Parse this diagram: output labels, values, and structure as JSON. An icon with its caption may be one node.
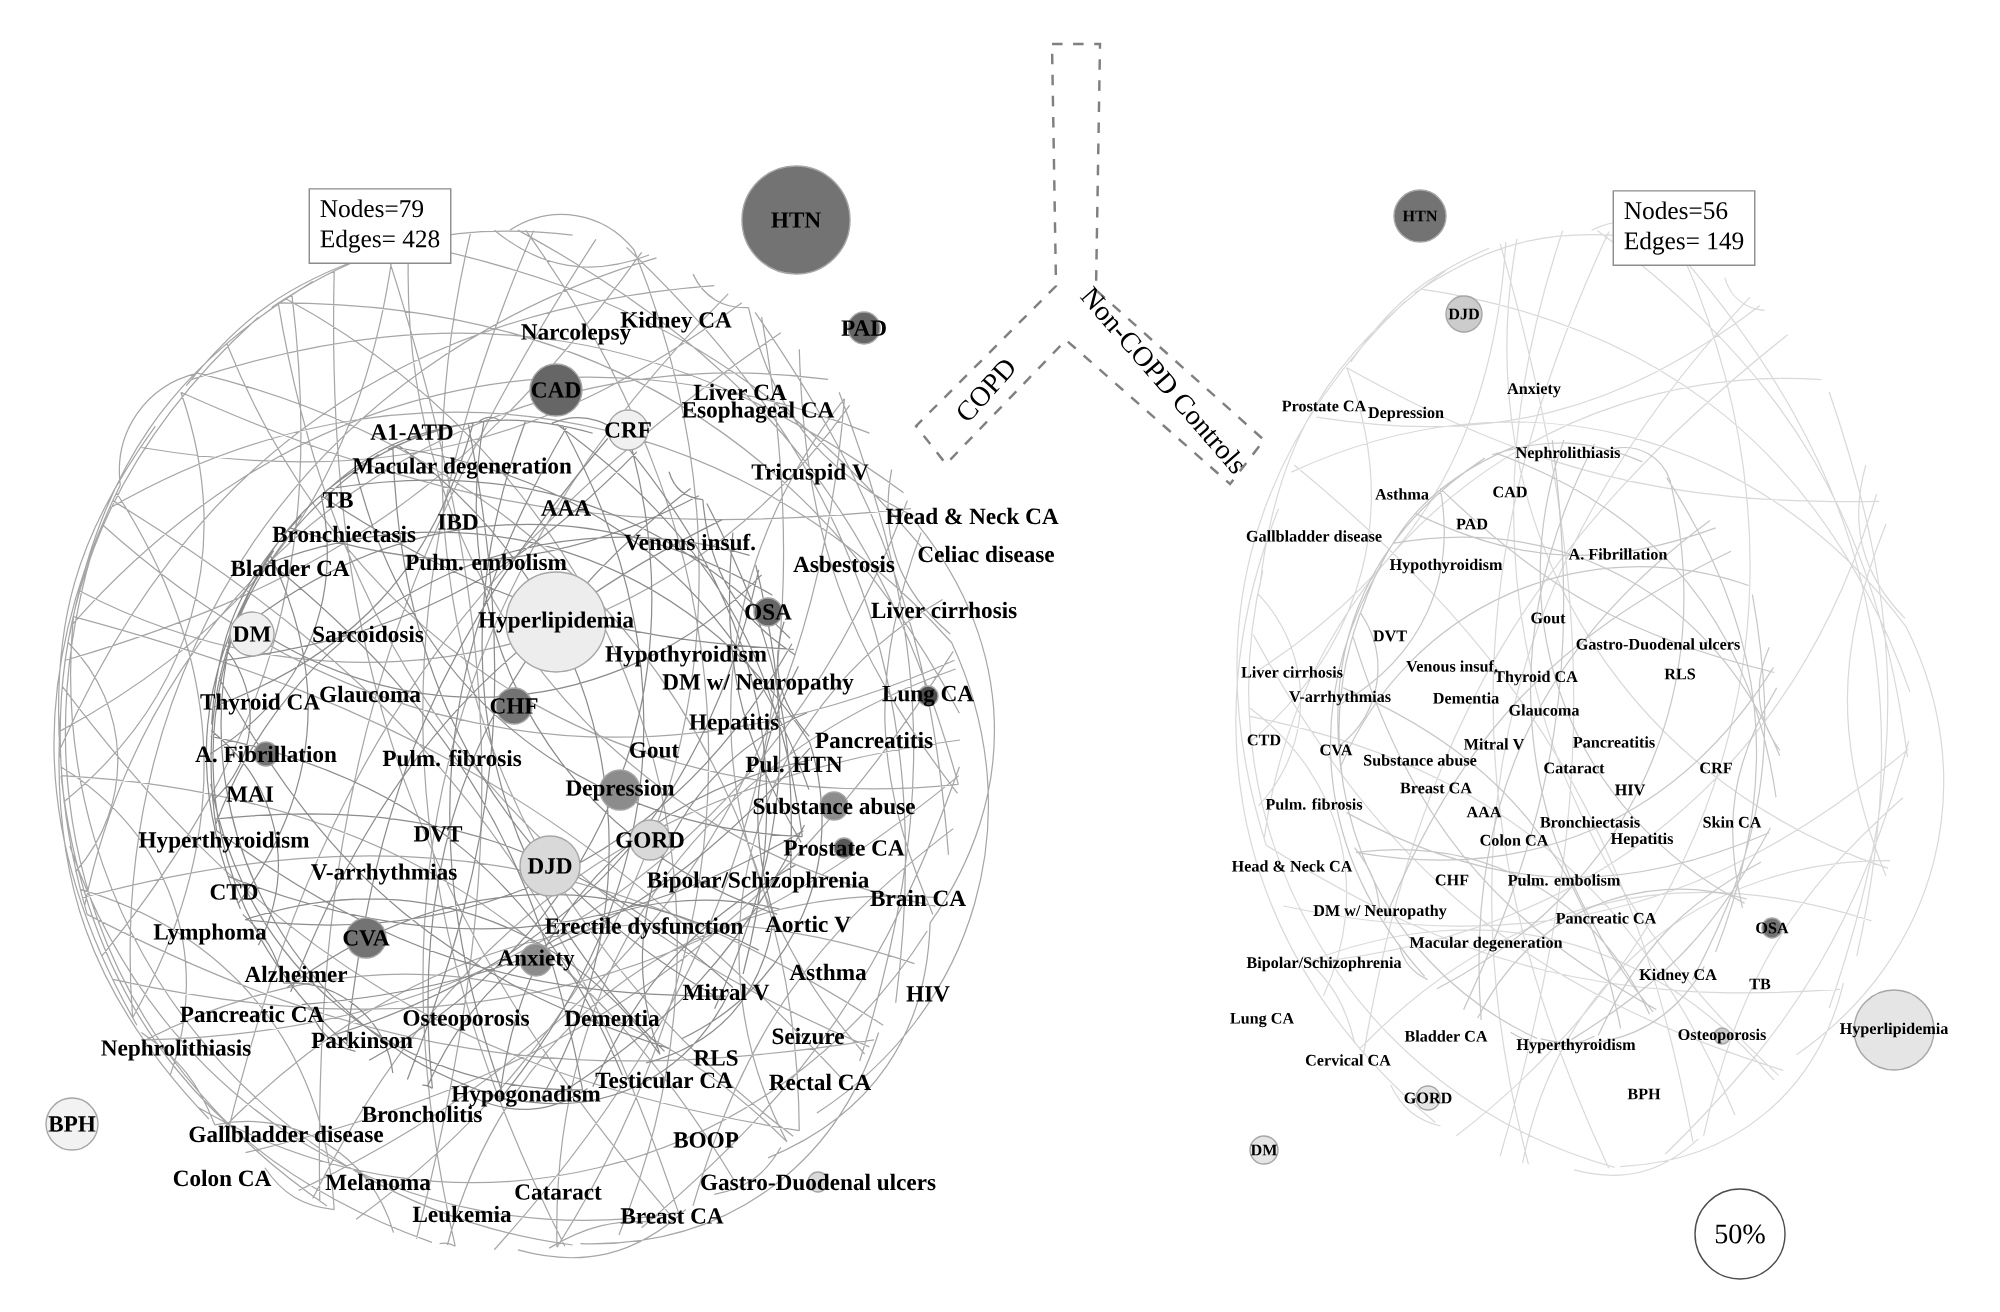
{
  "diagram": {
    "nodes": [
      {
        "text": [
          "HTN"
        ]
      },
      {
        "text": [
          "Narcolepsy"
        ]
      },
      {
        "text": [
          "Kidney CA"
        ]
      },
      {
        "text": [
          "PAD"
        ]
      },
      {
        "text": [
          "CAD"
        ]
      },
      {
        "text": [
          "Liver CA"
        ]
      },
      {
        "text": [
          "Esophageal CA"
        ]
      },
      {
        "text": [
          "A1-ATD"
        ]
      },
      {
        "text": [
          "CRF"
        ]
      },
      {
        "text": [
          "Macular degeneration"
        ]
      },
      {
        "text": [
          "Tricuspid V"
        ]
      },
      {
        "text": [
          "TB"
        ]
      },
      {
        "text": [
          "AAA"
        ]
      },
      {
        "text": [
          "Bronchiectasis"
        ]
      },
      {
        "text": [
          "IBD"
        ]
      },
      {
        "text": [
          "Venous insuf."
        ]
      },
      {
        "text": [
          "Head & Neck CA"
        ]
      },
      {
        "text": [
          "Asbestosis"
        ]
      },
      {
        "text": [
          "Celiac disease"
        ]
      },
      {
        "text": [
          "Bladder CA"
        ]
      },
      {
        "text": [
          "Pulm. embolism"
        ]
      },
      {
        "text": [
          "DM"
        ]
      },
      {
        "text": [
          "Sarcoidosis"
        ]
      },
      {
        "text": [
          "Hyperlipidemia"
        ]
      },
      {
        "text": [
          "OSA"
        ]
      },
      {
        "text": [
          "Liver cirrhosis"
        ]
      },
      {
        "text": [
          "Hypothyroidism"
        ]
      },
      {
        "text": [
          "DM w/ Neuropathy"
        ]
      },
      {
        "text": [
          "Thyroid CA"
        ]
      },
      {
        "text": [
          "Glaucoma"
        ]
      },
      {
        "text": [
          "CHF"
        ]
      },
      {
        "text": [
          "Lung CA"
        ]
      },
      {
        "text": [
          "Hepatitis"
        ]
      },
      {
        "text": [
          "A. Fibrillation"
        ]
      },
      {
        "text": [
          "Pulm. fibrosis"
        ]
      },
      {
        "text": [
          "Gout"
        ]
      },
      {
        "text": [
          "Pancreatitis"
        ]
      },
      {
        "text": [
          "Pul. HTN"
        ]
      },
      {
        "text": [
          "MAI"
        ]
      },
      {
        "text": [
          "Depression"
        ]
      },
      {
        "text": [
          "Substance abuse"
        ]
      },
      {
        "text": [
          "Hyperthyroidism"
        ]
      },
      {
        "text": [
          "DVT"
        ]
      },
      {
        "text": [
          "GORD"
        ]
      },
      {
        "text": [
          "DJD"
        ]
      },
      {
        "text": [
          "Prostate CA"
        ]
      },
      {
        "text": [
          "V-arrhythmias"
        ]
      },
      {
        "text": [
          "Bipolar/Schizophrenia"
        ]
      },
      {
        "text": [
          "CTD"
        ]
      },
      {
        "text": [
          "Brain CA"
        ]
      },
      {
        "text": [
          "Lymphoma"
        ]
      },
      {
        "text": [
          "CVA"
        ]
      },
      {
        "text": [
          "Erectile dysfunction"
        ]
      },
      {
        "text": [
          "Aortic V"
        ]
      },
      {
        "text": [
          "Anxiety"
        ]
      },
      {
        "text": [
          "Alzheimer"
        ]
      },
      {
        "text": [
          "Asthma"
        ]
      },
      {
        "text": [
          "HIV"
        ]
      },
      {
        "text": [
          "Mitral V"
        ]
      },
      {
        "text": [
          "Pancreatic CA"
        ]
      },
      {
        "text": [
          "Osteoporosis"
        ]
      },
      {
        "text": [
          "Dementia"
        ]
      },
      {
        "text": [
          "Seizure"
        ]
      },
      {
        "text": [
          "Parkinson"
        ]
      },
      {
        "text": [
          "Nephrolithiasis"
        ]
      },
      {
        "text": [
          "RLS"
        ]
      },
      {
        "text": [
          "Testicular CA"
        ]
      },
      {
        "text": [
          "Rectal CA"
        ]
      },
      {
        "text": [
          "Hypogonadism"
        ]
      },
      {
        "text": [
          "BPH"
        ]
      },
      {
        "text": [
          "Broncholitis"
        ]
      },
      {
        "text": [
          "Gallbladder disease"
        ]
      },
      {
        "text": [
          "BOOP"
        ]
      },
      {
        "text": [
          "Colon CA"
        ]
      },
      {
        "text": [
          "Melanoma"
        ]
      },
      {
        "text": [
          "Gastro-Duodenal ulcers"
        ]
      },
      {
        "text": [
          "Cataract"
        ]
      },
      {
        "text": [
          "Leukemia"
        ]
      },
      {
        "text": [
          "Breast CA"
        ]
      },
      {
        "text": [
          "HTN"
        ]
      },
      {
        "text": [
          "DJD"
        ]
      },
      {
        "text": [
          "Anxiety"
        ]
      },
      {
        "text": [
          "Prostate CA"
        ]
      },
      {
        "text": [
          "Depression"
        ]
      },
      {
        "text": [
          "Nephrolithiasis"
        ]
      },
      {
        "text": [
          "Asthma"
        ]
      },
      {
        "text": [
          "CAD"
        ]
      },
      {
        "text": [
          "PAD"
        ]
      },
      {
        "text": [
          "Gallbladder disease"
        ]
      },
      {
        "text": [
          "A. Fibrillation"
        ]
      },
      {
        "text": [
          "Hypothyroidism"
        ]
      },
      {
        "text": [
          "Gout"
        ]
      },
      {
        "text": [
          "DVT"
        ]
      },
      {
        "text": [
          "Gastro-Duodenal ulcers"
        ]
      },
      {
        "text": [
          "Liver cirrhosis"
        ]
      },
      {
        "text": [
          "Venous insuf."
        ]
      },
      {
        "text": [
          "Thyroid CA"
        ]
      },
      {
        "text": [
          "RLS"
        ]
      },
      {
        "text": [
          "V-arrhythmias"
        ]
      },
      {
        "text": [
          "Dementia"
        ]
      },
      {
        "text": [
          "Glaucoma"
        ]
      },
      {
        "text": [
          "CTD"
        ]
      },
      {
        "text": [
          "CVA"
        ]
      },
      {
        "text": [
          "Mitral V"
        ]
      },
      {
        "text": [
          "Pancreatitis"
        ]
      },
      {
        "text": [
          "Substance abuse"
        ]
      },
      {
        "text": [
          "Cataract"
        ]
      },
      {
        "text": [
          "CRF"
        ]
      },
      {
        "text": [
          "Breast CA"
        ]
      },
      {
        "text": [
          "HIV"
        ]
      },
      {
        "text": [
          "Pulm. fibrosis"
        ]
      },
      {
        "text": [
          "AAA"
        ]
      },
      {
        "text": [
          "Bronchiectasis"
        ]
      },
      {
        "text": [
          "Skin CA"
        ]
      },
      {
        "text": [
          "Colon CA"
        ]
      },
      {
        "text": [
          "Hepatitis"
        ]
      },
      {
        "text": [
          "Head & Neck CA"
        ]
      },
      {
        "text": [
          "CHF"
        ]
      },
      {
        "text": [
          "Pulm. embolism"
        ]
      },
      {
        "text": [
          "DM w/ Neuropathy"
        ]
      },
      {
        "text": [
          "Pancreatic CA"
        ]
      },
      {
        "text": [
          "OSA"
        ]
      },
      {
        "text": [
          "Macular degeneration"
        ]
      },
      {
        "text": [
          "Bipolar/Schizophrenia"
        ]
      },
      {
        "text": [
          "Kidney CA"
        ]
      },
      {
        "text": [
          "TB"
        ]
      },
      {
        "text": [
          "Lung CA"
        ]
      },
      {
        "text": [
          "Bladder CA"
        ]
      },
      {
        "text": [
          "Hyperthyroidism"
        ]
      },
      {
        "text": [
          "Osteoporosis"
        ]
      },
      {
        "text": [
          "Hyperlipidemia"
        ]
      },
      {
        "text": [
          "Cervical CA"
        ]
      },
      {
        "text": [
          "GORD"
        ]
      },
      {
        "text": [
          "BPH"
        ]
      },
      {
        "text": [
          "DM"
        ]
      },
      {
        "text": [
          "Nodes=79",
          "Edges= 428"
        ]
      },
      {
        "text": [
          "Nodes=56",
          "Edges= 149"
        ]
      },
      {
        "text": [
          "50%"
        ]
      }
    ],
    "labels": [
      "COPD",
      "Non-COPD Controls"
    ]
  }
}
